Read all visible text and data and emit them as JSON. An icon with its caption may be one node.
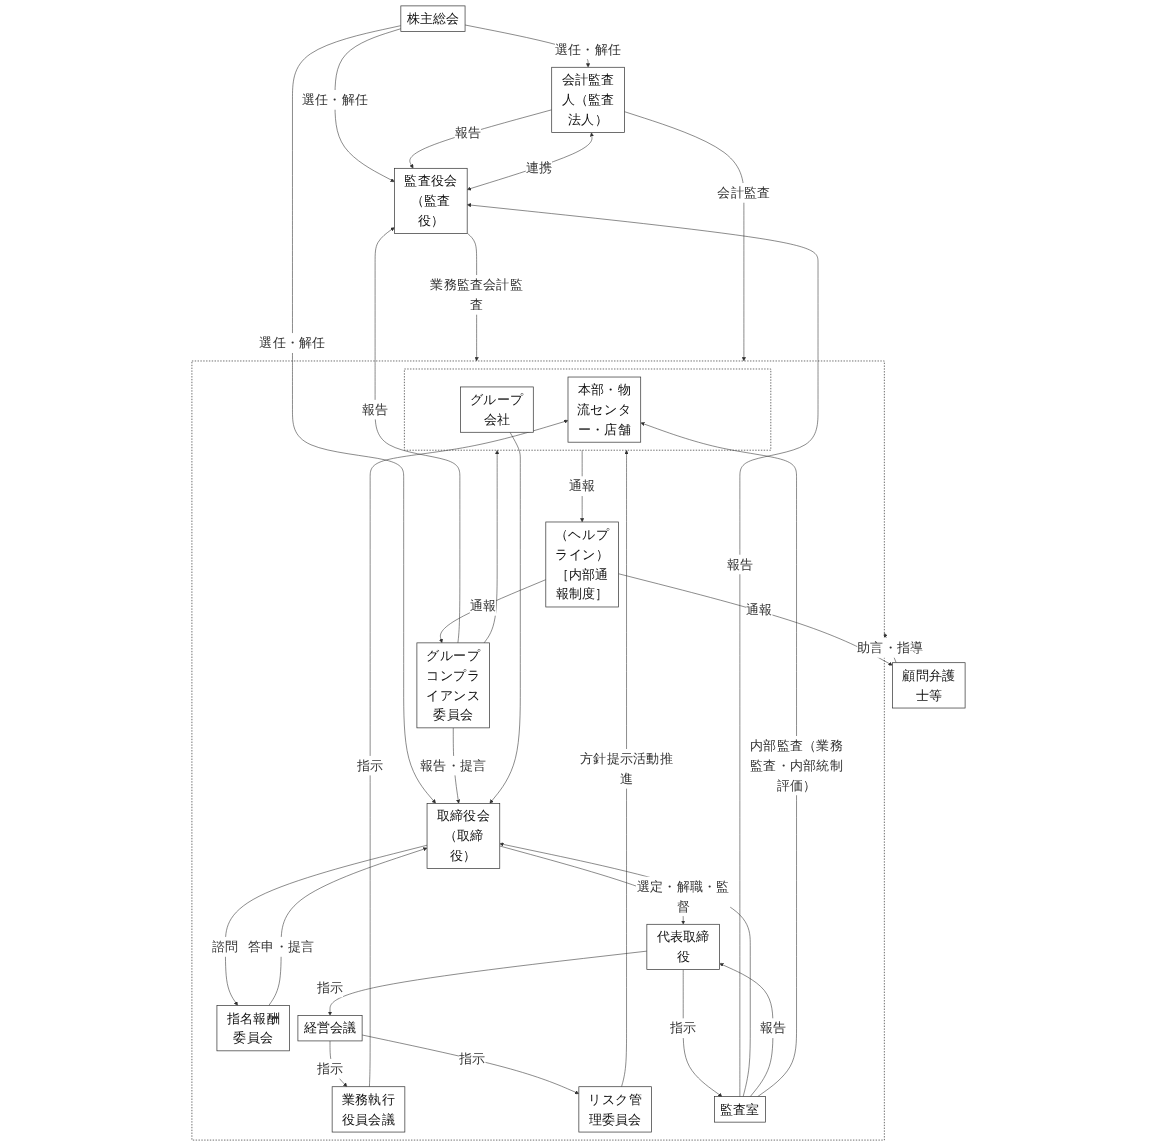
{
  "diagram": {
    "nodes": [
      {
        "text": [
          "株主総会"
        ]
      },
      {
        "text": [
          "会計監査人（監査法人）"
        ]
      },
      {
        "text": [
          "監査役会（監査役）"
        ]
      },
      {
        "text": [],
        "shape": "box"
      },
      {
        "text": [
          "取締役会（取締役）"
        ],
        "in": 3
      },
      {
        "text": [
          "指名報酬委員会"
        ],
        "in": 3
      },
      {
        "text": [
          "代表取締役"
        ],
        "in": 3
      },
      {
        "text": [
          "グループコンプライアンス委員会"
        ],
        "in": 3
      },
      {
        "text": [
          "経営会議"
        ],
        "in": 3
      },
      {
        "text": [
          "業務執行役員会議"
        ],
        "in": 3
      },
      {
        "text": [
          "リスク管理委員会"
        ],
        "in": 3
      },
      {
        "text": [
          "顧問弁護士等"
        ]
      },
      {
        "text": [
          "監査室"
        ],
        "in": 3
      },
      {
        "text": [
          "（ヘルプライン）［内部通報制度］"
        ],
        "in": 3
      },
      {
        "text": [],
        "shape": "box",
        "in": 3
      },
      {
        "text": [
          "本部・物流センター・店舗"
        ],
        "in": 14
      },
      {
        "text": [
          "グループ会社"
        ],
        "in": 14
      }
    ],
    "edges": [
      {
        "from": 0,
        "to": 1,
        "arrow": "to",
        "label": "選任・解任"
      },
      {
        "from": 0,
        "to": 2,
        "arrow": "to",
        "label": "選任・解任"
      },
      {
        "from": 0,
        "to": 4,
        "arrow": "to",
        "label": "選任・解任"
      },
      {
        "from": 1,
        "to": 2,
        "arrow": "to",
        "label": "報告"
      },
      {
        "from": 1,
        "to": 2,
        "arrow": "both",
        "label": "連携"
      },
      {
        "from": 2,
        "to": 3,
        "arrow": "to",
        "label": "業務監査会計監査"
      },
      {
        "from": 4,
        "to": 5,
        "arrow": "to",
        "label": "諮問"
      },
      {
        "from": 5,
        "to": 4,
        "arrow": "to",
        "label": "答申・提言"
      },
      {
        "from": 1,
        "to": 3,
        "arrow": "to",
        "label": "会計監査"
      },
      {
        "from": 12,
        "to": 2,
        "arrow": "to",
        "label": "報告"
      },
      {
        "from": 12,
        "to": 4,
        "arrow": "to"
      },
      {
        "from": 7,
        "to": 2,
        "arrow": "to",
        "label": "報告"
      },
      {
        "from": 4,
        "to": 6,
        "arrow": "to",
        "label": "選定・解職・監督"
      },
      {
        "from": 7,
        "to": 4,
        "arrow": "to",
        "label": "報告・提言"
      },
      {
        "from": 16,
        "to": 4,
        "arrow": "to"
      },
      {
        "from": 12,
        "to": 6,
        "arrow": "to",
        "label": "報告"
      },
      {
        "from": 6,
        "to": 12,
        "arrow": "to",
        "label": "指示"
      },
      {
        "from": 6,
        "to": 8,
        "arrow": "to",
        "label": "指示"
      },
      {
        "from": 8,
        "to": 9,
        "arrow": "to",
        "label": "指示"
      },
      {
        "from": 8,
        "to": 10,
        "arrow": "to",
        "label": "指示"
      },
      {
        "from": 11,
        "to": 3,
        "arrow": "to",
        "label": "助言・指導"
      },
      {
        "from": 13,
        "to": 7,
        "arrow": "to",
        "label": "通報"
      },
      {
        "from": 13,
        "to": 11,
        "arrow": "to",
        "label": "通報"
      },
      {
        "from": 12,
        "to": 15,
        "arrow": "to",
        "label": "内部監査（業務監査・内部統制評価）"
      },
      {
        "from": 9,
        "to": 15,
        "arrow": "to",
        "label": "指示"
      },
      {
        "from": 10,
        "to": 14,
        "arrow": "to",
        "label": "方針提示活動推進"
      },
      {
        "from": 7,
        "to": 14,
        "arrow": "to"
      },
      {
        "from": 14,
        "to": 13,
        "arrow": "to",
        "label": "通報"
      }
    ]
  }
}
